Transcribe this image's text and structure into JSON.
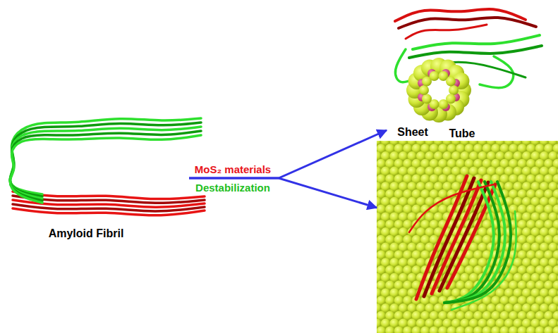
{
  "diagram": {
    "nodes": [
      {
        "text": [
          "Amyloid Fibril"
        ]
      },
      {
        "text": [
          "Tube"
        ]
      },
      {
        "text": [
          "Sheet"
        ]
      }
    ],
    "edges": [
      {
        "from": 0,
        "to": 1,
        "arrow": "to"
      },
      {
        "from": 0,
        "to": 2,
        "arrow": "to"
      }
    ],
    "labels": [
      "MoS₂ materials",
      "Destabilization"
    ]
  }
}
